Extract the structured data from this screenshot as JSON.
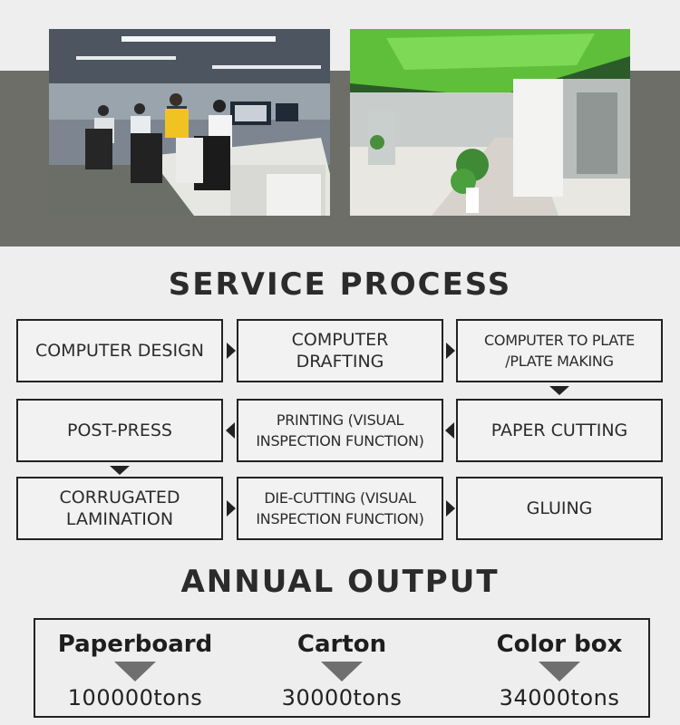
{
  "service_process": {
    "title": "SERVICE PROCESS",
    "steps": [
      {
        "label": "COMPUTER DESIGN"
      },
      {
        "label": "COMPUTER\nDRAFTING"
      },
      {
        "label": "COMPUTER TO PLATE\n/PLATE MAKING"
      },
      {
        "label": "PAPER CUTTING"
      },
      {
        "label": "PRINTING (VISUAL\nINSPECTION FUNCTION)"
      },
      {
        "label": "POST-PRESS"
      },
      {
        "label": "CORRUGATED\nLAMINATION"
      },
      {
        "label": "DIE-CUTTING (VISUAL\nINSPECTION FUNCTION)"
      },
      {
        "label": "GLUING"
      }
    ]
  },
  "annual_output": {
    "title": "ANNUAL OUTPUT",
    "items": [
      {
        "label": "Paperboard",
        "value": "100000tons"
      },
      {
        "label": "Carton",
        "value": "30000tons"
      },
      {
        "label": "Color box",
        "value": "34000tons"
      }
    ]
  },
  "colors": {
    "band": "#6d6e68",
    "background": "#eeeeee",
    "border": "#222222",
    "arrow": "#6f6f6f"
  }
}
